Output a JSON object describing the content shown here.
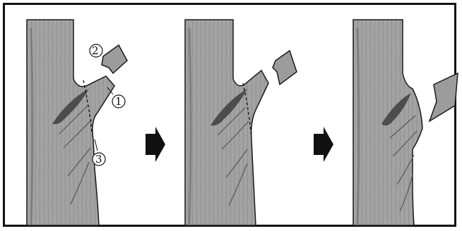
{
  "diagram": {
    "steps": [
      {
        "panel": "1",
        "labels": [
          "②",
          "①",
          "③"
        ]
      },
      {
        "panel": "2",
        "labels": []
      },
      {
        "panel": "3",
        "labels": []
      }
    ],
    "colors": {
      "trunk": "#9e9e9e",
      "trunk_dark": "#5a5a5a",
      "outline": "#1a1a1a",
      "arrow": "#111111",
      "frame": "#111111"
    },
    "icons": [
      "right-arrow-icon",
      "right-arrow-icon"
    ]
  }
}
